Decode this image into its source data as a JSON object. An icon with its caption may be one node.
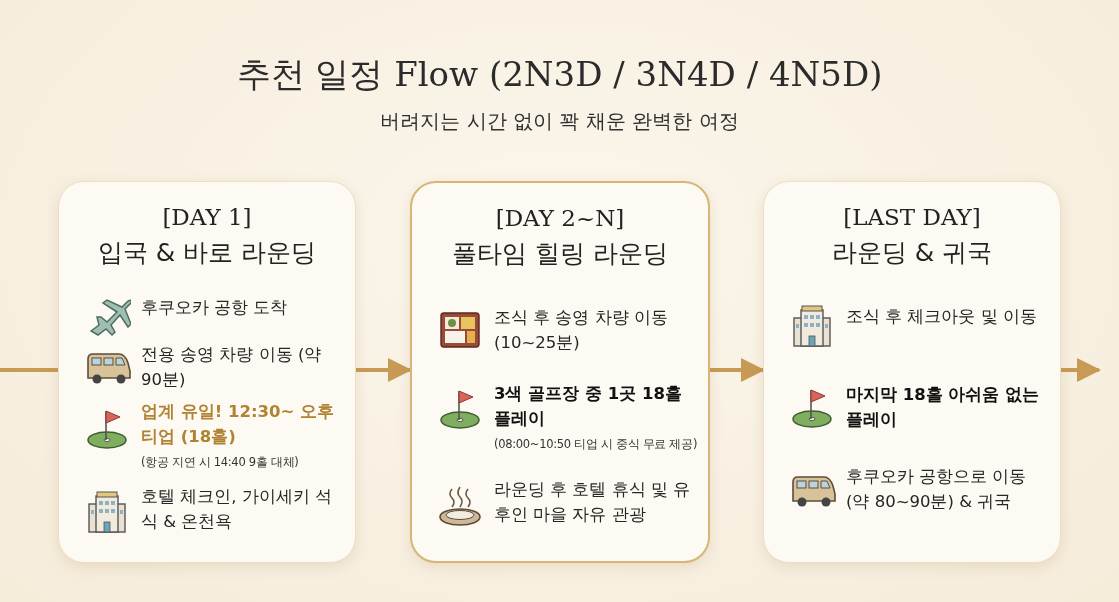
{
  "diagram": {
    "title": "추천 일정 Flow (2N3D / 3N4D / 4N5D)",
    "caption": "버려지는 시간 없이 꽉 채운 완벽한 여정",
    "nodes": [
      {
        "text": [
          "[DAY 1]",
          "입국 & 바로 라운딩"
        ]
      },
      {
        "text": [
          "후쿠오카 공항 도착"
        ],
        "in": 0
      },
      {
        "text": [
          "전용 송영 차량 이동 (약 90분)"
        ],
        "in": 0
      },
      {
        "text": [
          "업계 유일! 12:30~ 오후 티업 (18홀)",
          "(항공 지연 시 14:40 9홀 대체)"
        ],
        "in": 0
      },
      {
        "text": [
          "호텔 체크인, 가이세키 석식 & 온천욕"
        ],
        "in": 0
      },
      {
        "text": [
          "[DAY 2~N]",
          "풀타임 힐링 라운딩"
        ]
      },
      {
        "text": [
          "조식 후 송영 차량 이동 (10~25분)"
        ],
        "in": 5
      },
      {
        "text": [
          "3색 골프장 중 1곳 18홀 플레이",
          "(08:00~10:50 티업 시 중식 무료 제공)"
        ],
        "in": 5
      },
      {
        "text": [
          "라운딩 후 호텔 휴식 및 유후인 마을 자유 관광"
        ],
        "in": 5
      },
      {
        "text": [
          "[LAST DAY]",
          "라운딩 & 귀국"
        ]
      },
      {
        "text": [
          "조식 후 체크아웃 및 이동"
        ],
        "in": 9
      },
      {
        "text": [
          "마지막 18홀 아쉬움 없는 플레이"
        ],
        "in": 9
      },
      {
        "text": [
          "후쿠오카 공항으로 이동 (약 80~90분) & 귀국"
        ],
        "in": 9
      }
    ],
    "edges": [
      {
        "from": null,
        "to": 0,
        "arrow": "none"
      },
      {
        "from": 0,
        "to": 5,
        "arrow": "to"
      },
      {
        "from": 5,
        "to": 9,
        "arrow": "to"
      },
      {
        "from": 9,
        "to": null,
        "arrow": "to"
      }
    ]
  }
}
